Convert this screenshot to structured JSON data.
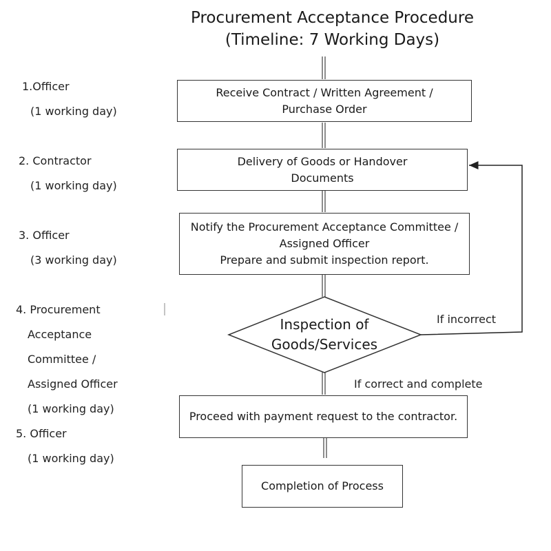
{
  "title": {
    "line1": "Procurement Acceptance Procedure",
    "line2": "(Timeline: 7 Working Days)"
  },
  "steps": [
    {
      "role_lines": [
        "1.Officer",
        "(1 working day)"
      ]
    },
    {
      "role_lines": [
        "2. Contractor",
        "(1 working day)"
      ]
    },
    {
      "role_lines": [
        "3. Officer",
        "(3 working day)"
      ]
    },
    {
      "role_lines": [
        "4. Procurement",
        "Acceptance",
        "Committee /",
        "Assigned Officer",
        "(1 working day)"
      ]
    },
    {
      "role_lines": [
        "5. Officer",
        "(1 working day)"
      ]
    }
  ],
  "flow": {
    "receive": [
      "Receive Contract / Written Agreement /",
      "Purchase Order"
    ],
    "delivery": [
      "Delivery of Goods or Handover",
      "Documents"
    ],
    "notify": [
      "Notify the Procurement Acceptance Committee /",
      "Assigned Officer",
      "Prepare and submit inspection report."
    ],
    "inspection": [
      "Inspection of",
      "Goods/Services"
    ],
    "payment": [
      "Proceed with payment request to the contractor."
    ],
    "completion": [
      "Completion of Process"
    ]
  },
  "branches": {
    "incorrect": "If incorrect",
    "correct": "If correct and complete"
  }
}
